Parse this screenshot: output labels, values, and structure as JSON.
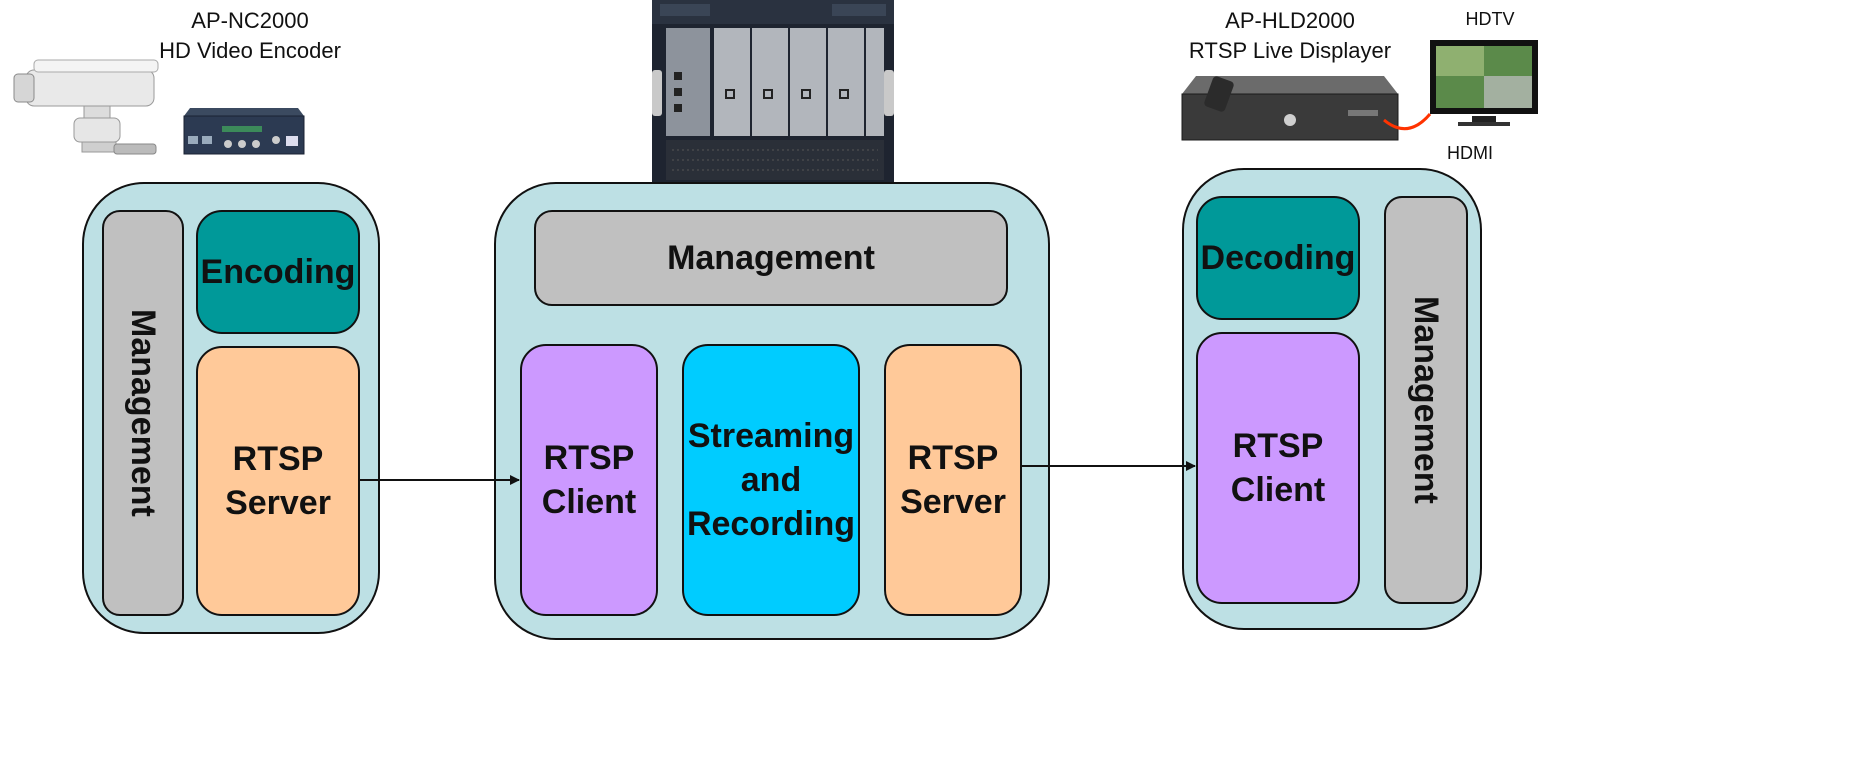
{
  "encoder": {
    "model": "AP-NC2000",
    "description": "HD Video Encoder",
    "management": "Management",
    "encoding": "Encoding",
    "rtsp_server": "RTSP\nServer"
  },
  "server": {
    "management": "Management",
    "rtsp_client": "RTSP\nClient",
    "streaming": "Streaming\nand\nRecording",
    "rtsp_server": "RTSP\nServer"
  },
  "displayer": {
    "model": "AP-HLD2000",
    "description": "RTSP Live Displayer",
    "decoding": "Decoding",
    "rtsp_client": "RTSP\nClient",
    "management": "Management",
    "hdtv_label": "HDTV",
    "hdmi_label": "HDMI"
  },
  "colors": {
    "group_fill": "#bde0e4",
    "management": "#c0c0c0",
    "codec": "#009999",
    "rtsp_server": "#ffc999",
    "rtsp_client": "#cc99ff",
    "streaming": "#00ccff",
    "hdmi_cable": "#ff3300"
  }
}
